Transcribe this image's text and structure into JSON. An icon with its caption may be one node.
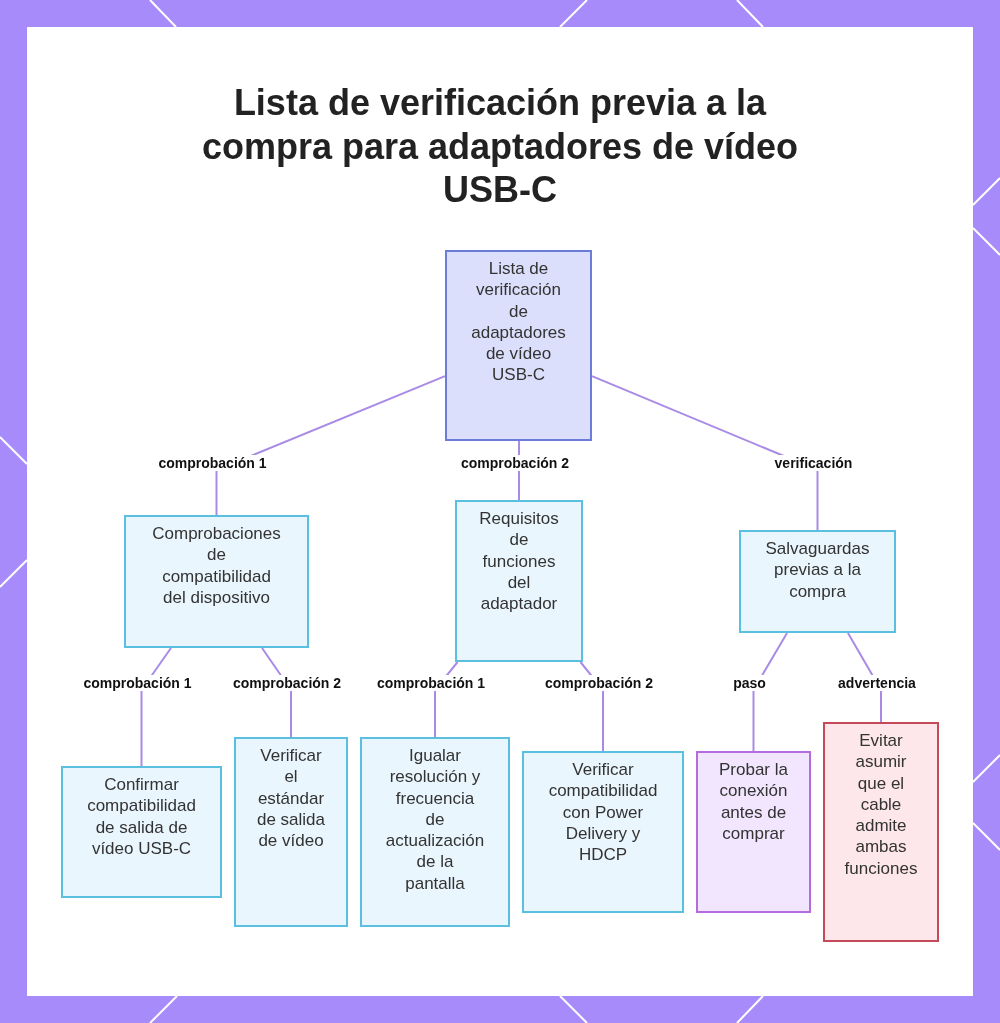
{
  "diagram": {
    "title": "Lista de verificación previa a la compra para adaptadores de vídeo USB-C",
    "nodes": [
      {
        "text": [
          "Lista de verificación de adaptadores de vídeo USB-C"
        ]
      },
      {
        "text": [
          "Comprobaciones de compatibilidad del dispositivo"
        ]
      },
      {
        "text": [
          "Requisitos de funciones del adaptador"
        ]
      },
      {
        "text": [
          "Salvaguardas previas a la compra"
        ]
      },
      {
        "text": [
          "Confirmar compatibilidad de salida de vídeo USB-C"
        ]
      },
      {
        "text": [
          "Verificar el estándar de salida de vídeo"
        ]
      },
      {
        "text": [
          "Igualar resolución y frecuencia de actualización de la pantalla"
        ]
      },
      {
        "text": [
          "Verificar compatibilidad con Power Delivery y HDCP"
        ]
      },
      {
        "text": [
          "Probar la conexión antes de comprar"
        ]
      },
      {
        "text": [
          "Evitar asumir que el cable admite ambas funciones"
        ]
      }
    ],
    "edges": [
      {
        "from": 0,
        "to": 1,
        "arrow": "none",
        "label": "comprobación 1"
      },
      {
        "from": 0,
        "to": 2,
        "arrow": "none",
        "label": "comprobación 2"
      },
      {
        "from": 0,
        "to": 3,
        "arrow": "none",
        "label": "verificación"
      },
      {
        "from": 1,
        "to": 4,
        "arrow": "none",
        "label": "comprobación 1"
      },
      {
        "from": 1,
        "to": 5,
        "arrow": "none",
        "label": "comprobación 2"
      },
      {
        "from": 2,
        "to": 6,
        "arrow": "none",
        "label": "comprobación 1"
      },
      {
        "from": 2,
        "to": 7,
        "arrow": "none",
        "label": "comprobación 2"
      },
      {
        "from": 3,
        "to": 8,
        "arrow": "none",
        "label": "paso"
      },
      {
        "from": 3,
        "to": 9,
        "arrow": "none",
        "label": "advertencia"
      }
    ]
  }
}
